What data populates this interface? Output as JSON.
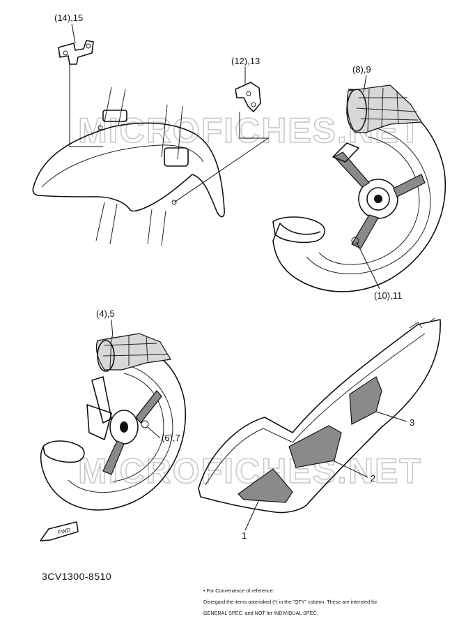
{
  "watermark": "MICROFICHES.NET",
  "callouts": {
    "c14_15": "(14),15",
    "c12_13": "(12),13",
    "c8_9": "(8),9",
    "c10_11": "(10),11",
    "c4_5": "(4),5",
    "c6_7": "(6),7",
    "c1": "1",
    "c2": "2",
    "c3": "3"
  },
  "fwd_arrow_label": "FWD",
  "diagram_code": "3CV1300-8510",
  "note": {
    "line1": "•  For Convenience of reference:",
    "line2": "Disregard the items asterisked (*) in the \"QTY\" column. These are intended for",
    "line3": "GENERAL SPEC. and NOT for INDIVIDUAL SPEC."
  }
}
